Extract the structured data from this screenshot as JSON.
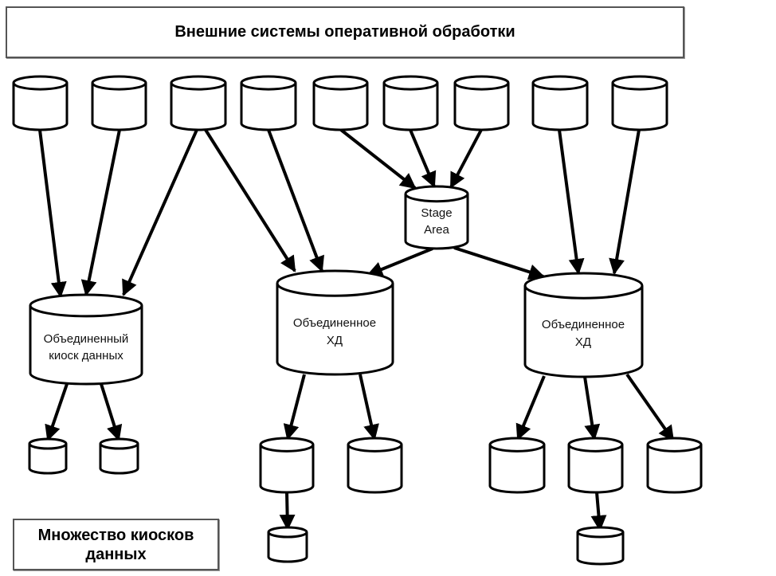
{
  "header": {
    "title": "Внешние системы оперативной обработки"
  },
  "legend": {
    "title_line1": "Множество киосков",
    "title_line2": "данных"
  },
  "nodes": {
    "stage_area": {
      "line1": "Stage",
      "line2": "Area"
    },
    "integrated_mart": {
      "line1": "Объединенный",
      "line2": "киоск данных"
    },
    "dw_middle": {
      "line1": "Объединенное",
      "line2": "ХД"
    },
    "dw_right": {
      "line1": "Объединенное",
      "line2": "ХД"
    }
  },
  "colors": {
    "stroke": "#000000",
    "fill": "#ffffff",
    "box_border": "#555555"
  }
}
